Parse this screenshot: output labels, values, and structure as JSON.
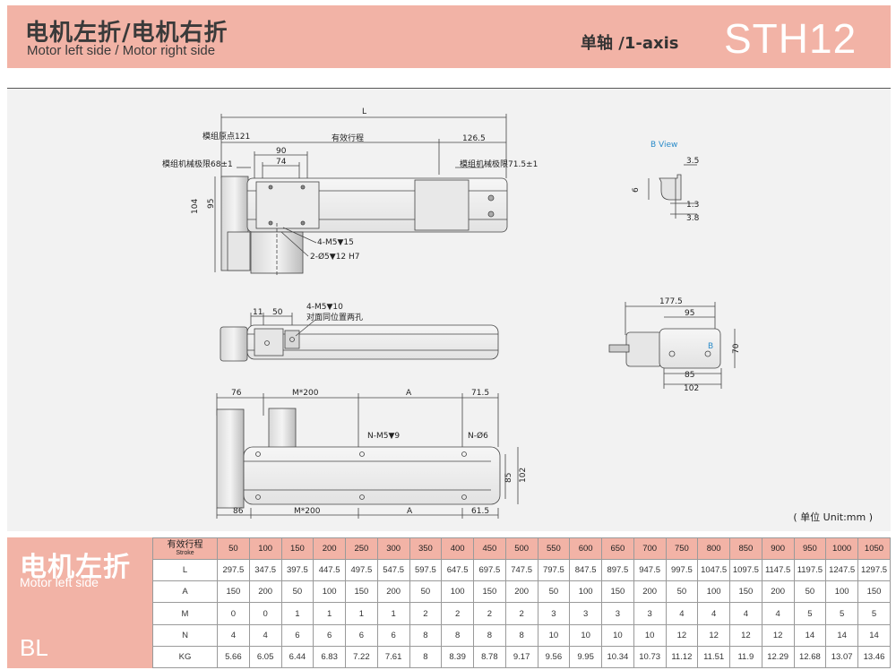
{
  "header": {
    "title_cn": "电机左折/电机右折",
    "title_en": "Motor left side  / Motor right side",
    "axis_label": "单轴 /1-axis",
    "model": "STH12"
  },
  "drawing": {
    "top_view": {
      "dim_L": "L",
      "origin": "模组原点121",
      "stroke": "有效行程",
      "d126_5": "126.5",
      "d90": "90",
      "d74": "74",
      "limit_left": "模组机械极限68±1",
      "limit_right": "模组机械极限71.5±1",
      "d104": "104",
      "d95": "95",
      "hole1": "4-M5▼15",
      "hole2": "2-Ø5▼12 H7"
    },
    "b_view": {
      "title": "B View",
      "d3_5": "3.5",
      "d6": "6",
      "d1_3": "1.3",
      "d3_8": "3.8"
    },
    "side_view": {
      "d11": "11",
      "d50": "50",
      "hole": "4-M5▼10",
      "note": "对面同位置两孔"
    },
    "end_view": {
      "d177_5": "177.5",
      "d95": "95",
      "b_mark": "B",
      "d70": "70",
      "d85": "85",
      "d102": "102"
    },
    "bottom_view": {
      "d76": "76",
      "m200_top": "M*200",
      "a_top": "A",
      "d71_5": "71.5",
      "hole_n": "N-M5▼9",
      "pin_n": "N-Ø6",
      "d85": "85",
      "d102": "102",
      "d86": "86",
      "m200_bottom": "M*200",
      "a_bottom": "A",
      "d61_5": "61.5"
    },
    "unit_note": "( 单位 Unit:mm )"
  },
  "spec": {
    "side_cn": "电机左折",
    "side_en": "Motor left side",
    "side_code": "BL",
    "stroke_cn": "有效行程",
    "stroke_en": "Stroke",
    "strokes": [
      "50",
      "100",
      "150",
      "200",
      "250",
      "300",
      "350",
      "400",
      "450",
      "500",
      "550",
      "600",
      "650",
      "700",
      "750",
      "800",
      "850",
      "900",
      "950",
      "1000",
      "1050"
    ],
    "rows": [
      {
        "label": "L",
        "values": [
          "297.5",
          "347.5",
          "397.5",
          "447.5",
          "497.5",
          "547.5",
          "597.5",
          "647.5",
          "697.5",
          "747.5",
          "797.5",
          "847.5",
          "897.5",
          "947.5",
          "997.5",
          "1047.5",
          "1097.5",
          "1147.5",
          "1197.5",
          "1247.5",
          "1297.5"
        ]
      },
      {
        "label": "A",
        "values": [
          "150",
          "200",
          "50",
          "100",
          "150",
          "200",
          "50",
          "100",
          "150",
          "200",
          "50",
          "100",
          "150",
          "200",
          "50",
          "100",
          "150",
          "200",
          "50",
          "100",
          "150"
        ]
      },
      {
        "label": "M",
        "values": [
          "0",
          "0",
          "1",
          "1",
          "1",
          "1",
          "2",
          "2",
          "2",
          "2",
          "3",
          "3",
          "3",
          "3",
          "4",
          "4",
          "4",
          "4",
          "5",
          "5",
          "5"
        ]
      },
      {
        "label": "N",
        "values": [
          "4",
          "4",
          "6",
          "6",
          "6",
          "6",
          "8",
          "8",
          "8",
          "8",
          "10",
          "10",
          "10",
          "10",
          "12",
          "12",
          "12",
          "12",
          "14",
          "14",
          "14"
        ]
      },
      {
        "label": "KG",
        "values": [
          "5.66",
          "6.05",
          "6.44",
          "6.83",
          "7.22",
          "7.61",
          "8",
          "8.39",
          "8.78",
          "9.17",
          "9.56",
          "9.95",
          "10.34",
          "10.73",
          "11.12",
          "11.51",
          "11.9",
          "12.29",
          "12.68",
          "13.07",
          "13.46"
        ]
      }
    ]
  }
}
